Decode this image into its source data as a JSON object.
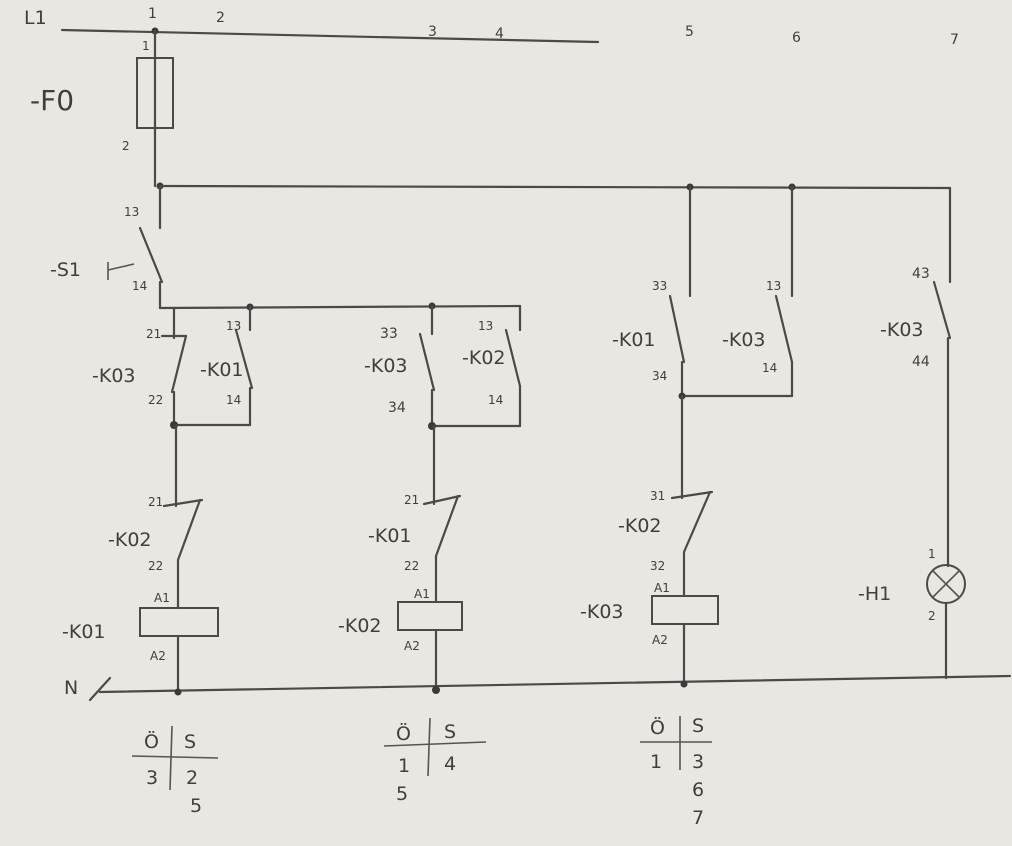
{
  "supply": {
    "phase_label": "L1",
    "neutral_label": "N",
    "column_numbers": [
      "1",
      "2",
      "3",
      "4",
      "5",
      "6",
      "7"
    ]
  },
  "fuse": {
    "tag": "-F0",
    "terminal_top": "1",
    "terminal_bottom": "2"
  },
  "start_button": {
    "tag": "-S1",
    "terminal_top": "13",
    "terminal_bottom": "14"
  },
  "path1": {
    "nc_contact": {
      "tag": "-K03",
      "terminal_top": "21",
      "terminal_bottom": "22"
    },
    "no_contact": {
      "tag": "-K01",
      "terminal_top": "13",
      "terminal_bottom": "14"
    },
    "interlock": {
      "tag": "-K02",
      "terminal_top": "21",
      "terminal_bottom": "22"
    },
    "coil": {
      "tag": "-K01",
      "terminal_top": "A1",
      "terminal_bottom": "A2"
    },
    "contact_table": {
      "head_left": "Ö",
      "head_right": "S",
      "left": [
        "3"
      ],
      "right": [
        "2",
        "5"
      ]
    }
  },
  "path2": {
    "no_contact_a": {
      "tag": "-K03",
      "terminal_top": "33",
      "terminal_bottom": "34"
    },
    "no_contact_b": {
      "tag": "-K02",
      "terminal_top": "13",
      "terminal_bottom": "14"
    },
    "interlock": {
      "tag": "-K01",
      "terminal_top": "21",
      "terminal_bottom": "22"
    },
    "coil": {
      "tag": "-K02",
      "terminal_top": "A1",
      "terminal_bottom": "A2"
    },
    "contact_table": {
      "head_left": "Ö",
      "head_right": "S",
      "left": [
        "1",
        "5"
      ],
      "right": [
        "4"
      ]
    }
  },
  "path3": {
    "no_contact_a": {
      "tag": "-K01",
      "terminal_top": "33",
      "terminal_bottom": "34"
    },
    "no_contact_b": {
      "tag": "-K03",
      "terminal_top": "13",
      "terminal_bottom": "14"
    },
    "interlock": {
      "tag": "-K02",
      "terminal_top": "31",
      "terminal_bottom": "32"
    },
    "coil": {
      "tag": "-K03",
      "terminal_top": "A1",
      "terminal_bottom": "A2"
    },
    "contact_table": {
      "head_left": "Ö",
      "head_right": "S",
      "left": [
        "1"
      ],
      "right": [
        "3",
        "6",
        "7"
      ]
    }
  },
  "path4": {
    "no_contact": {
      "tag": "-K03",
      "terminal_top": "43",
      "terminal_bottom": "44"
    },
    "lamp": {
      "tag": "-H1",
      "terminal_top": "1",
      "terminal_bottom": "2"
    }
  }
}
